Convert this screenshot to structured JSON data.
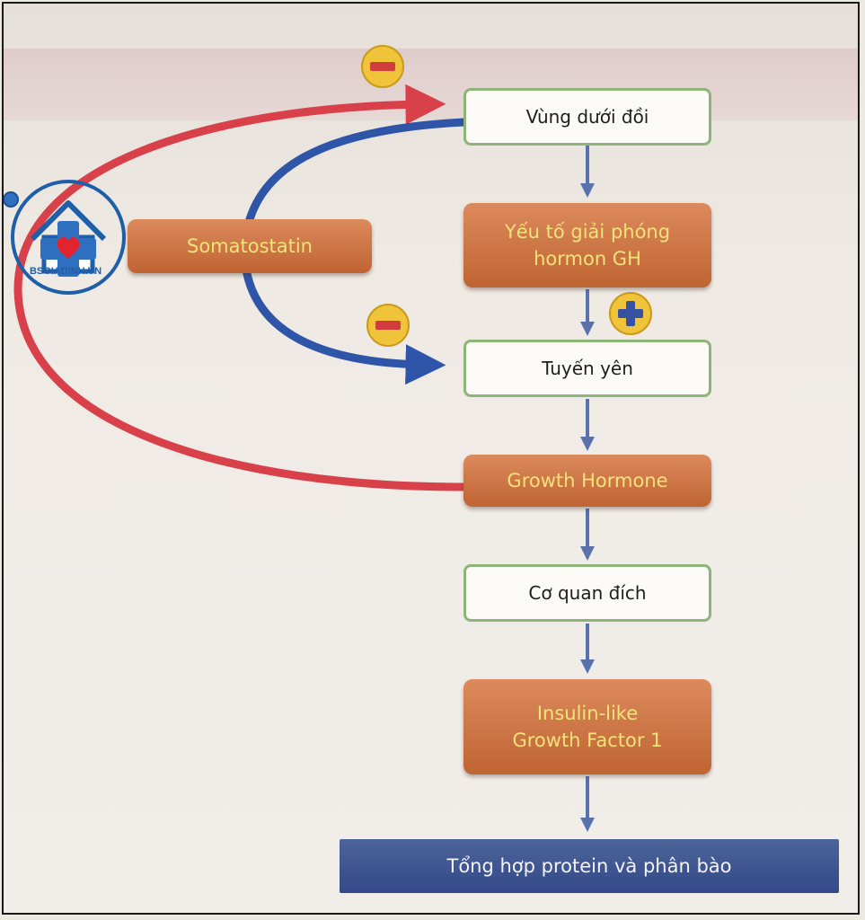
{
  "nodes": {
    "hypothalamus": "Vùng dưới đồi",
    "ghrh": "Yếu tố giải phóng\nhormon GH",
    "pituitary": "Tuyến yên",
    "somatostatin": "Somatostatin",
    "gh": "Growth Hormone",
    "target": "Cơ quan đích",
    "igf1": "Insulin-like\nGrowth Factor 1",
    "result": "Tổng hợp protein và phân bào"
  },
  "signs": {
    "minus": "−",
    "plus": "+"
  },
  "logo": {
    "text": "BSGIADINH.VN"
  },
  "colors": {
    "red_arrow": "#d8414a",
    "blue_arrow": "#2f55a8",
    "flow_arrow": "#5a72ac",
    "sign_badge": "#f0c43a"
  }
}
